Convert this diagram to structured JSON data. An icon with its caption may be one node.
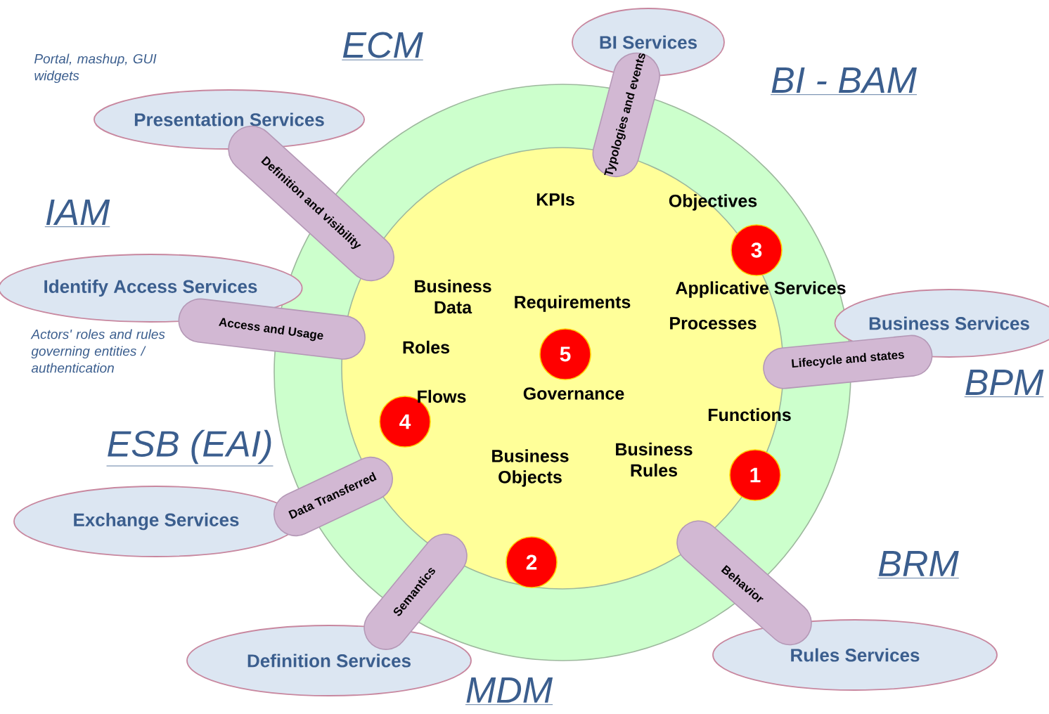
{
  "diagram": {
    "nodes": [
      {
        "text": [],
        "shape": "circle"
      },
      {
        "text": [],
        "shape": "circle",
        "in": 0
      },
      {
        "text": [
          "Presentation  Services"
        ],
        "beside": [
          "Portal, mashup, GUI widgets"
        ]
      },
      {
        "text": [
          "BI Services"
        ]
      },
      {
        "text": [
          "Identify Access Services"
        ],
        "beside": [
          "Actors' roles and rules governing entities / authentication"
        ]
      },
      {
        "text": [
          "Business Services"
        ]
      },
      {
        "text": [
          "Exchange Services"
        ]
      },
      {
        "text": [
          "Definition Services"
        ]
      },
      {
        "text": [
          "Rules Services"
        ]
      },
      {
        "text": [
          "3"
        ],
        "in": 0
      },
      {
        "text": [
          "5"
        ],
        "in": 1
      },
      {
        "text": [
          "4"
        ],
        "in": 1
      },
      {
        "text": [
          "2"
        ],
        "in": 1
      },
      {
        "text": [
          "1"
        ],
        "in": 1
      }
    ],
    "edges": [
      {
        "from": 2,
        "to": 1,
        "arrow": "none",
        "label": "Definition and visibility"
      },
      {
        "from": 3,
        "to": 1,
        "arrow": "none",
        "label": "Typologies and events"
      },
      {
        "from": 4,
        "to": 1,
        "arrow": "none",
        "label": "Access and Usage"
      },
      {
        "from": 5,
        "to": 1,
        "arrow": "none",
        "label": "Lifecycle and states"
      },
      {
        "from": 6,
        "to": 1,
        "arrow": "none",
        "label": "Data Transferred"
      },
      {
        "from": 7,
        "to": 1,
        "arrow": "none",
        "label": "Semantics"
      },
      {
        "from": 8,
        "to": 1,
        "arrow": "none",
        "label": "Behavior"
      }
    ],
    "labels": [
      "ECM",
      "BI - BAM",
      "IAM",
      "KPIs",
      "Objectives",
      "Business Data",
      "Requirements",
      "Applicative Services",
      "Roles",
      "Processes",
      "BPM",
      "Flows",
      "Governance",
      "Functions",
      "ESB (EAI)",
      "Business Objects",
      "Business Rules",
      "BRM",
      "MDM"
    ]
  }
}
